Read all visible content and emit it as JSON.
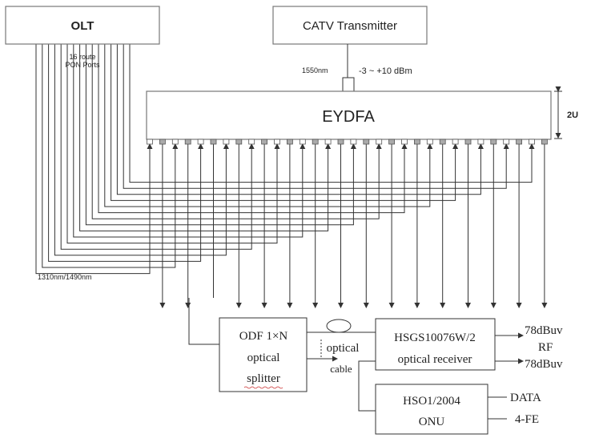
{
  "olt": {
    "label": "OLT",
    "ports_label_line1": "16 route",
    "ports_label_line2": "PON Ports"
  },
  "catv": {
    "label": "CATV Transmitter"
  },
  "input": {
    "wavelength": "1550nm",
    "power": "-3 ~ +10 dBm"
  },
  "eydfa": {
    "label": "EYDFA",
    "height_label": "2U",
    "port_count": 32
  },
  "fiber": {
    "wavelength_label": "1310nm/1490nm"
  },
  "odf": {
    "line1": "ODF 1×N",
    "line2": "optical",
    "line3": "splitter"
  },
  "cable": {
    "line1": "optical",
    "line2": "cable"
  },
  "receiver": {
    "line1": "HSGS10076W/2",
    "line2": "optical receiver"
  },
  "outputs": {
    "level_top": "78dBuv",
    "rf": "RF",
    "level_bottom": "78dBuv"
  },
  "onu": {
    "line1": "HSO1/2004",
    "line2": "ONU",
    "data": "DATA",
    "fe": "4-FE"
  },
  "colors": {
    "line": "#333333",
    "box_border": "#777777",
    "port_fill": "#aaaaaa",
    "text": "#222222"
  }
}
